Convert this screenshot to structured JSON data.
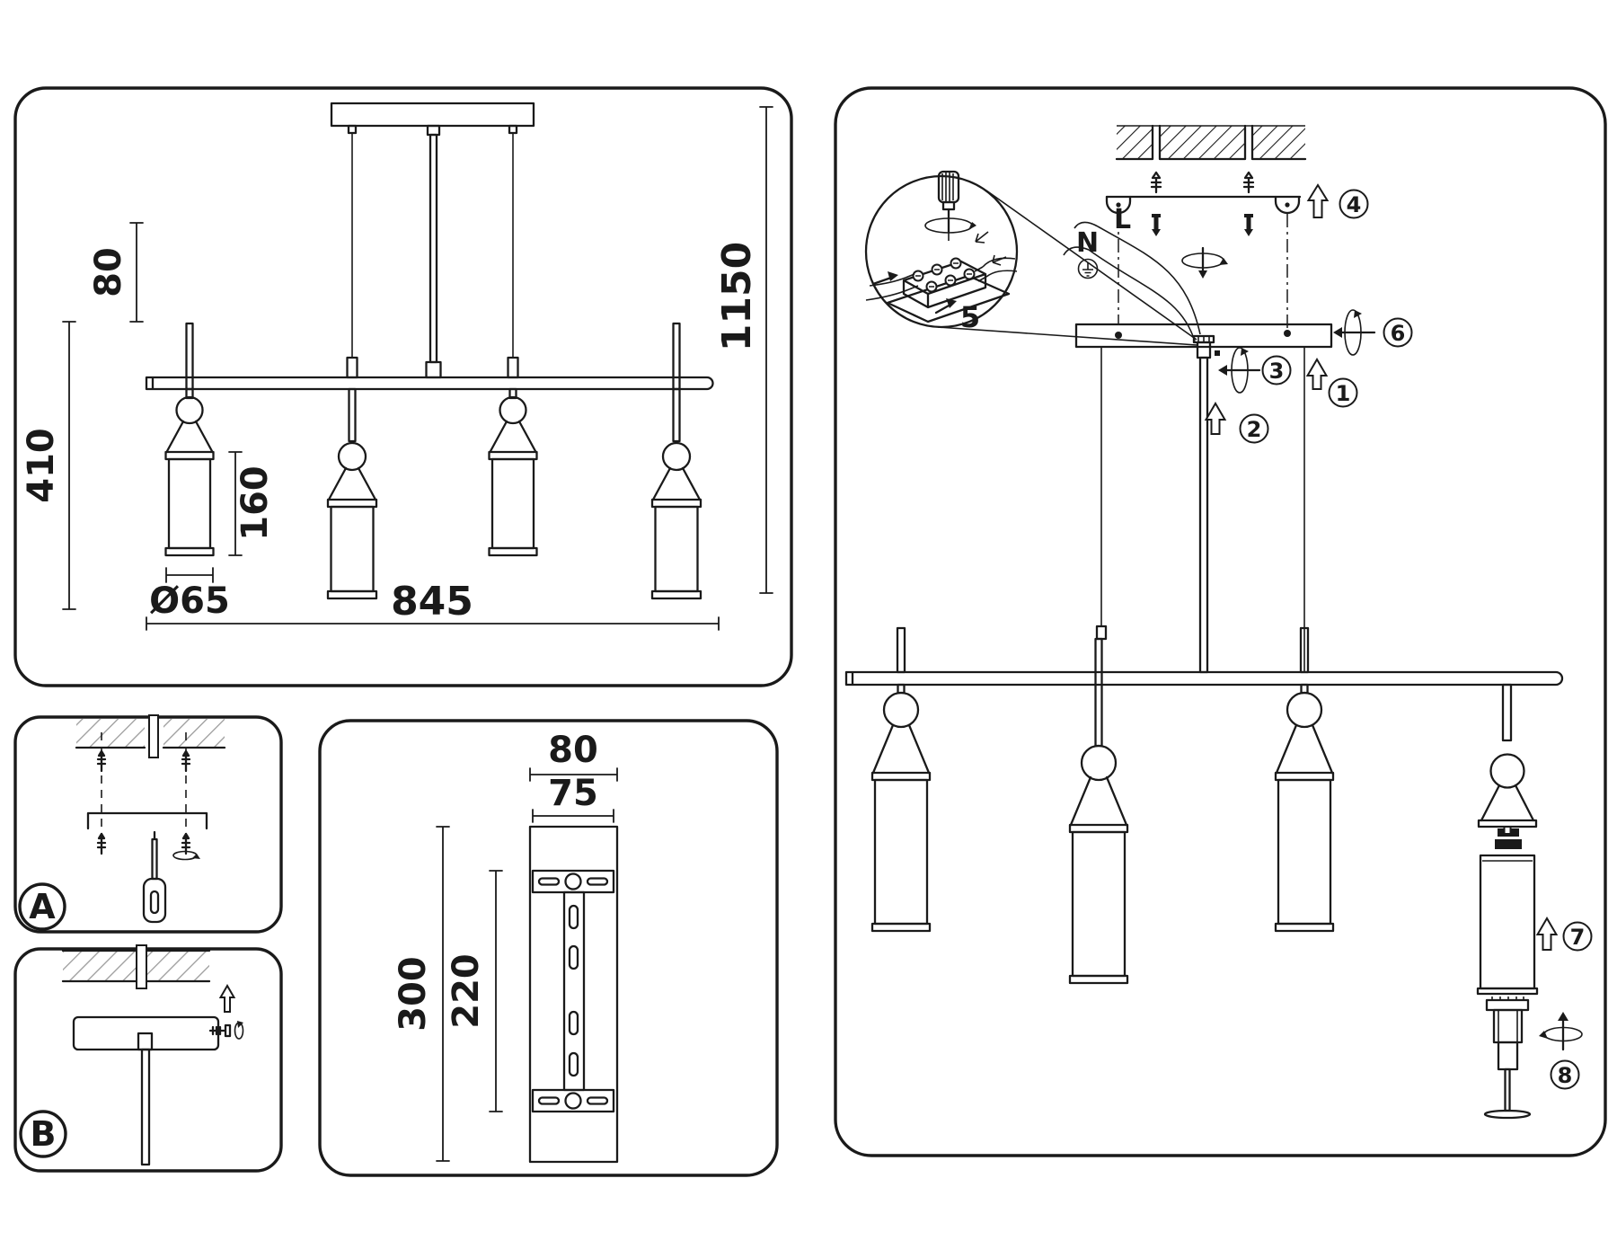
{
  "meta": {
    "title": "Pendant luminaire installation diagram"
  },
  "colors": {
    "line": "#1a1a1a",
    "hatch_gray": "#9b9b9b",
    "background": "#ffffff"
  },
  "overview": {
    "dim_drop": "80",
    "dim_fixture_height": "410",
    "dim_shade_height": "160",
    "dim_shade_diameter": "Ø65",
    "dim_length": "845",
    "dim_total_height": "1150"
  },
  "bracket": {
    "dim_outer_width": "80",
    "dim_inner_width": "75",
    "dim_outer_height": "300",
    "dim_inner_height": "220"
  },
  "mounting": {
    "step_a": "A",
    "step_b": "B"
  },
  "assembly": {
    "label_neutral": "N",
    "label_live": "L",
    "step_1": "1",
    "step_2": "2",
    "step_3": "3",
    "step_4": "4",
    "step_5": "5",
    "step_6": "6",
    "step_7": "7",
    "step_8": "8"
  }
}
